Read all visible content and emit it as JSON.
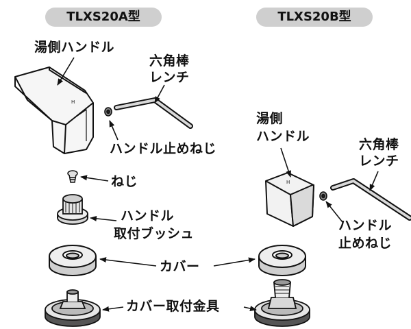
{
  "models": {
    "a": "TLXS20A型",
    "b": "TLXS20B型"
  },
  "labels": {
    "a_hot_handle": "湯側ハンドル",
    "a_hex_wrench_1": "六角棒",
    "a_hex_wrench_2": "レンチ",
    "a_handle_set_screw": "ハンドル止めねじ",
    "a_screw": "ねじ",
    "a_bushing_1": "ハンドル",
    "a_bushing_2": "取付ブッシュ",
    "cover": "カバー",
    "cover_fitting": "カバー取付金具",
    "b_hot_handle_1": "湯側",
    "b_hot_handle_2": "ハンドル",
    "b_hex_wrench_1": "六角棒",
    "b_hex_wrench_2": "レンチ",
    "b_set_screw_1": "ハンドル",
    "b_set_screw_2": "止めねじ"
  },
  "colors": {
    "pill": "#cfcfcf",
    "line": "#111111",
    "part_fill": "#f4f4f4",
    "shade": "#bdbdbd"
  }
}
